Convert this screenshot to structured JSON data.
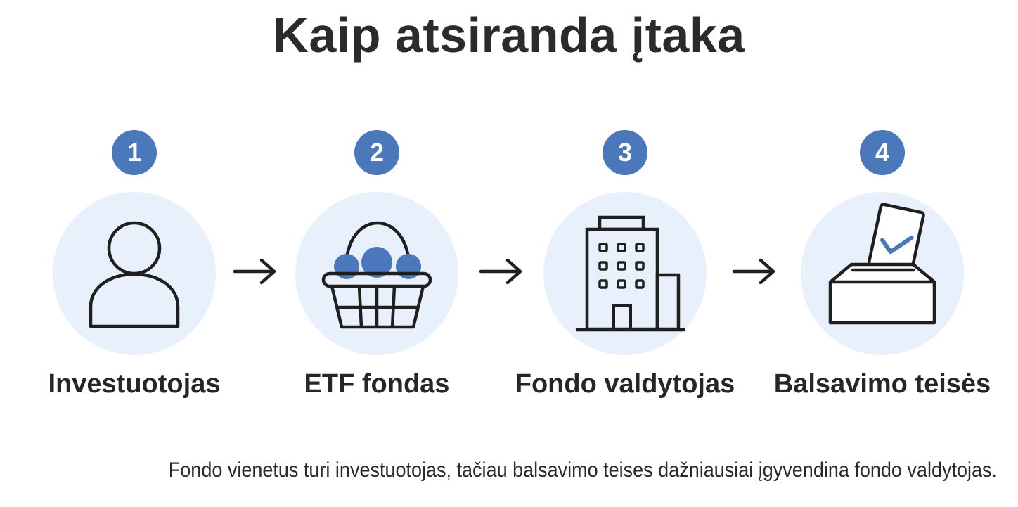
{
  "title": "Kaip atsiranda įtaka",
  "colors": {
    "accent": "#4a78bb",
    "bubble": "#e8f0fb",
    "line": "#1f1f1f"
  },
  "steps": [
    {
      "number": "1",
      "label": "Investuotojas",
      "icon": "person-icon"
    },
    {
      "number": "2",
      "label": "ETF fondas",
      "icon": "basket-icon"
    },
    {
      "number": "3",
      "label": "Fondo valdytojas",
      "icon": "building-icon"
    },
    {
      "number": "4",
      "label": "Balsavimo teisės",
      "icon": "ballot-box-icon"
    }
  ],
  "caption": "Fondo vienetus turi investuotojas, tačiau balsavimo teises dažniausiai įgyvendina fondo valdytojas."
}
